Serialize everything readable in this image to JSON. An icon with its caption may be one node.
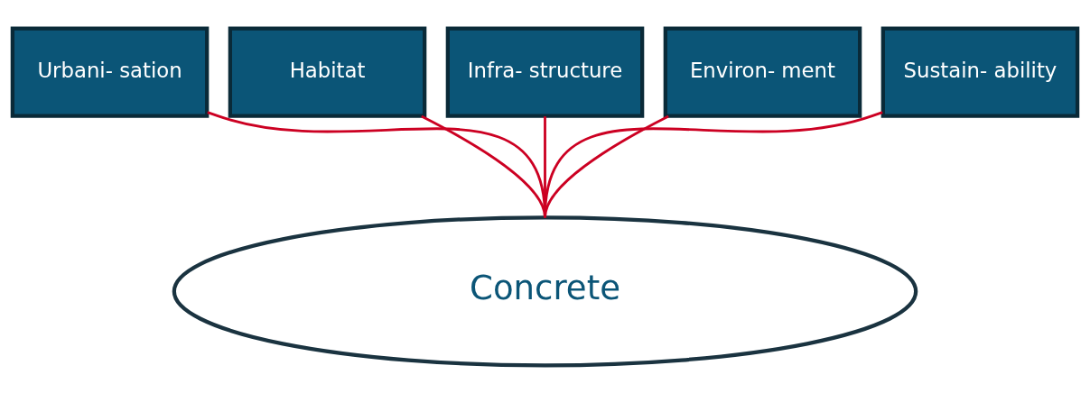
{
  "diagram": {
    "nodes": [
      {
        "text": [
          "Urbani- sation"
        ]
      },
      {
        "text": [
          "Habitat"
        ]
      },
      {
        "text": [
          "Infra- structure"
        ]
      },
      {
        "text": [
          "Environ- ment"
        ]
      },
      {
        "text": [
          "Sustain- ability"
        ]
      },
      {
        "text": [
          "Concrete"
        ]
      }
    ],
    "edges": [
      {
        "from": 0,
        "to": 5,
        "arrow": "none"
      },
      {
        "from": 1,
        "to": 5,
        "arrow": "none"
      },
      {
        "from": 2,
        "to": 5,
        "arrow": "none"
      },
      {
        "from": 3,
        "to": 5,
        "arrow": "none"
      },
      {
        "from": 4,
        "to": 5,
        "arrow": "none"
      }
    ]
  }
}
